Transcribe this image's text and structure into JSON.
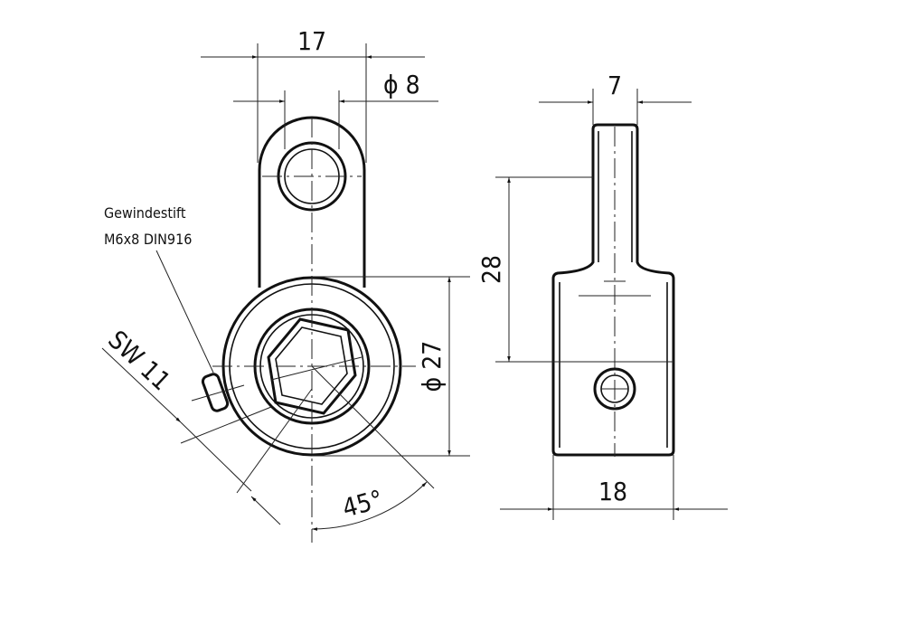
{
  "drawing": {
    "note_line1": "Gewindestift",
    "note_line2": "M6x8 DIN916",
    "dimensions": {
      "width_top": "17",
      "eye_diameter": "ϕ 8",
      "pin_width": "7",
      "height_28": "28",
      "ring_diameter": "ϕ 27",
      "wrench_size": "SW 11",
      "angle": "45°",
      "body_width": "18"
    },
    "colors": {
      "line": "#111111",
      "background": "#ffffff"
    }
  }
}
